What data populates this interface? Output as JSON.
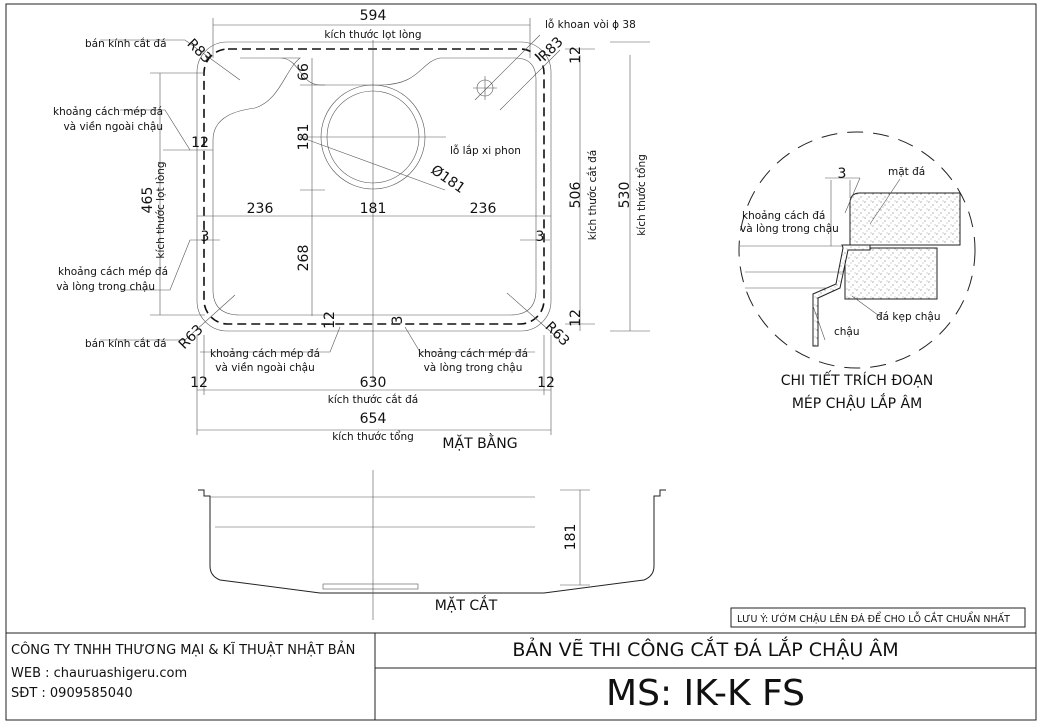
{
  "plan": {
    "top_dim": "594",
    "top_dim_label": "kích thước lọt lòng",
    "faucet_hole": "lỗ khoan vòi ϕ 38",
    "radius_top": "R83",
    "radius_bottom": "R63",
    "radius_label": "bán kính cắt đá",
    "dim_66": "66",
    "dim_181_v": "181",
    "dim_268": "268",
    "edge_outer_l1": "khoảng cách mép đá",
    "edge_outer_l2": "và viền ngoài chậu",
    "edge_inner_l1": "khoảng cách mép đá",
    "edge_inner_l2": "và lòng trong chậu",
    "dim_12": "12",
    "dim_3": "3",
    "drain_label": "lỗ lắp xi phon",
    "drain_dia": "Ø181",
    "dim_465": "465",
    "dim_465_label": "kích thước lọt lòng",
    "dim_236": "236",
    "dim_181_h": "181",
    "dim_506": "506",
    "dim_506_label": "kích thước cắt đá",
    "dim_530": "530",
    "dim_530_label": "kích thước tổng",
    "dim_630": "630",
    "dim_630_label": "kích thước cắt đá",
    "dim_654": "654",
    "dim_654_label": "kích thước tổng",
    "title": "MẶT BẰNG"
  },
  "section": {
    "depth": "181",
    "title": "MẶT CẮT"
  },
  "detail": {
    "gap": "3",
    "stone_top": "mặt đá",
    "gap_l1": "khoảng cách đá",
    "gap_l2": "và lòng trong chậu",
    "clamp": "đá kẹp chậu",
    "sink": "chậu",
    "title_l1": "CHI TIẾT TRÍCH ĐOẠN",
    "title_l2": "MÉP CHẬU LẮP ÂM"
  },
  "note": "LƯU Ý: ƯỚM CHẬU LÊN ĐÁ ĐỂ CHO LỖ CẮT CHUẨN NHẤT",
  "title_block": {
    "company": "CÔNG TY TNHH THƯƠNG MẠI & KĨ THUẬT NHẬT BẢN",
    "web": "WEB : chauruashigeru.com",
    "phone": "SĐT  : 0909585040",
    "drawing_title": "BẢN VẼ THI CÔNG CẮT ĐÁ LẮP CHẬU ÂM",
    "model": "MS: IK-K FS"
  }
}
